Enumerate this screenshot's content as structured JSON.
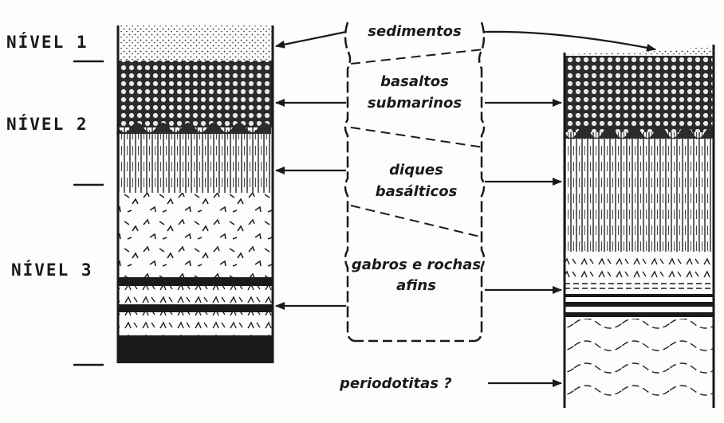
{
  "levels": {
    "nivel_1": "NÍVEL 1",
    "nivel_2": "NÍVEL 2",
    "nivel_3": "NÍVEL 3"
  },
  "layers": {
    "sedimentos": "sedimentos",
    "basaltos_l1": "basaltos",
    "basaltos_l2": "submarinos",
    "diques_l1": "diques",
    "diques_l2": "basálticos",
    "gabros_l1": "gabros e rochas",
    "gabros_l2": "afins",
    "periodotitas": "periodotitas ?"
  }
}
